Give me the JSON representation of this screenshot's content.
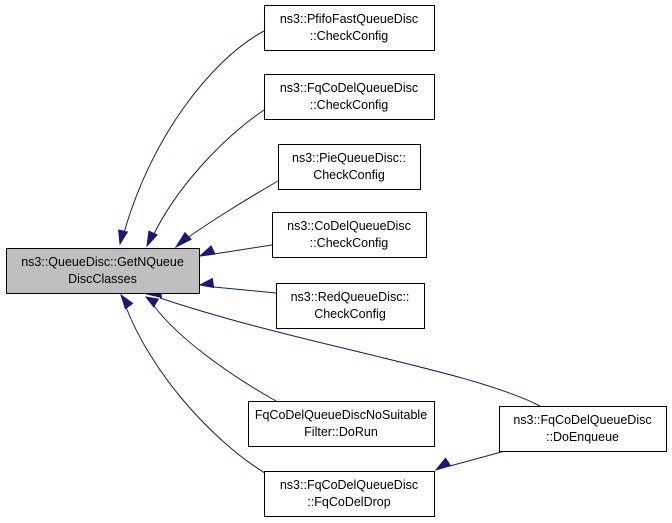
{
  "nodes": [
    {
      "id": "root",
      "lines": [
        "ns3::QueueDisc::GetNQueue",
        "DiscClasses"
      ],
      "root": true
    },
    {
      "id": "pfifo",
      "lines": [
        "ns3::PfifoFastQueueDisc",
        "::CheckConfig"
      ]
    },
    {
      "id": "fqcodel_check",
      "lines": [
        "ns3::FqCoDelQueueDisc",
        "::CheckConfig"
      ]
    },
    {
      "id": "pie",
      "lines": [
        "ns3::PieQueueDisc::",
        "CheckConfig"
      ]
    },
    {
      "id": "codel",
      "lines": [
        "ns3::CoDelQueueDisc",
        "::CheckConfig"
      ]
    },
    {
      "id": "red",
      "lines": [
        "ns3::RedQueueDisc::",
        "CheckConfig"
      ]
    },
    {
      "id": "nosuitable",
      "lines": [
        "FqCoDelQueueDiscNoSuitable",
        "Filter::DoRun"
      ]
    },
    {
      "id": "fqcodel_drop",
      "lines": [
        "ns3::FqCoDelQueueDisc",
        "::FqCoDelDrop"
      ]
    },
    {
      "id": "fqcodel_enqueue",
      "lines": [
        "ns3::FqCoDelQueueDisc",
        "::DoEnqueue"
      ]
    }
  ],
  "edges": [
    {
      "from": "pfifo",
      "to": "root"
    },
    {
      "from": "fqcodel_check",
      "to": "root"
    },
    {
      "from": "pie",
      "to": "root"
    },
    {
      "from": "codel",
      "to": "root"
    },
    {
      "from": "red",
      "to": "root"
    },
    {
      "from": "nosuitable",
      "to": "root"
    },
    {
      "from": "fqcodel_drop",
      "to": "root"
    },
    {
      "from": "fqcodel_enqueue",
      "to": "root"
    },
    {
      "from": "fqcodel_enqueue",
      "to": "fqcodel_drop"
    }
  ],
  "colors": {
    "edge": "#191970",
    "root_fill": "#bfbfbf",
    "node_fill": "#ffffff",
    "border": "#000000"
  }
}
